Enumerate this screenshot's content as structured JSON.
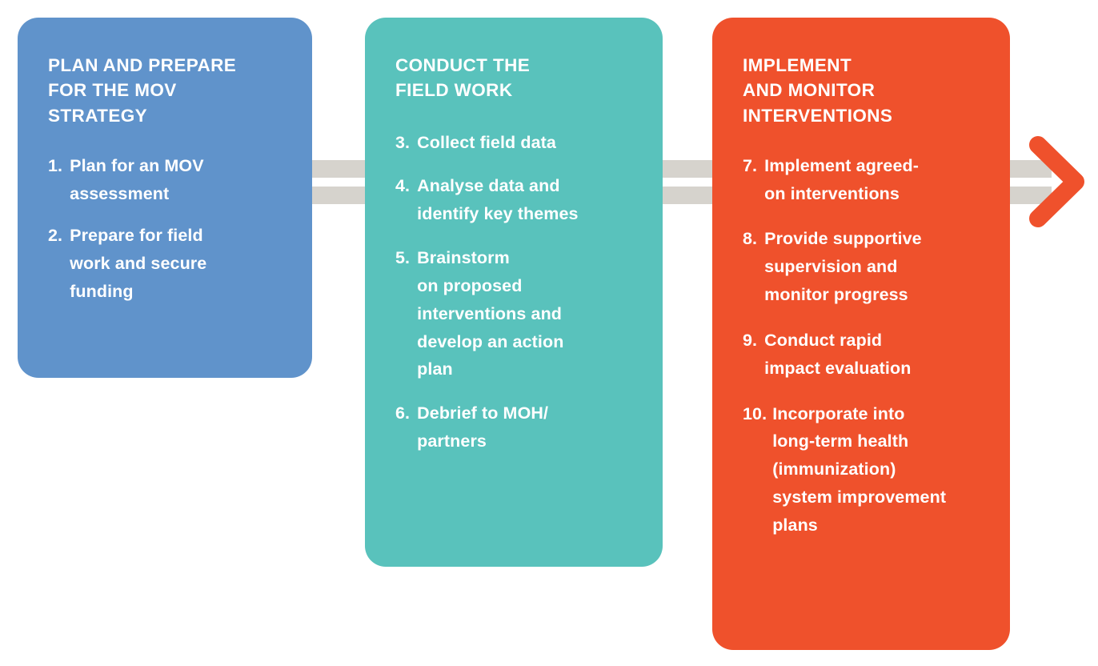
{
  "diagram": {
    "type": "process-flow",
    "orientation": "horizontal-left-to-right",
    "background_color": "#ffffff",
    "connector": {
      "name": "double-bar-connector",
      "color": "#d6d3cd",
      "bar_count": 2
    },
    "end_arrow": {
      "name": "chevron-right-arrow",
      "color": "#ef512c",
      "glyph": ">"
    },
    "stages": [
      {
        "id": "plan-and-prepare",
        "title": "PLAN AND PREPARE\nFOR THE MOV\nSTRATEGY",
        "color": "#6093cb",
        "steps": [
          {
            "number": "1.",
            "text": "Plan for an MOV\nassessment"
          },
          {
            "number": "2.",
            "text": "Prepare for field\nwork and secure\nfunding"
          }
        ]
      },
      {
        "id": "conduct-field-work",
        "title": "CONDUCT THE\nFIELD WORK",
        "color": "#59c2bc",
        "steps": [
          {
            "number": "3.",
            "text": "Collect field data"
          },
          {
            "number": "4.",
            "text": "Analyse data and\nidentify key themes"
          },
          {
            "number": "5.",
            "text": "Brainstorm\non proposed\ninterventions  and\ndevelop an action\nplan"
          },
          {
            "number": "6.",
            "text": "Debrief to MOH/\npartners"
          }
        ]
      },
      {
        "id": "implement-and-monitor",
        "title": "IMPLEMENT\nAND MONITOR\nINTERVENTIONS",
        "color": "#ef512c",
        "steps": [
          {
            "number": "7.",
            "text": "Implement agreed-\non interventions"
          },
          {
            "number": "8.",
            "text": "Provide supportive\nsupervision and\nmonitor progress"
          },
          {
            "number": "9.",
            "text": "Conduct rapid\nimpact evaluation"
          },
          {
            "number": "10.",
            "text": "Incorporate into\nlong-term  health\n(immunization)\nsystem improvement\nplans"
          }
        ]
      }
    ]
  }
}
